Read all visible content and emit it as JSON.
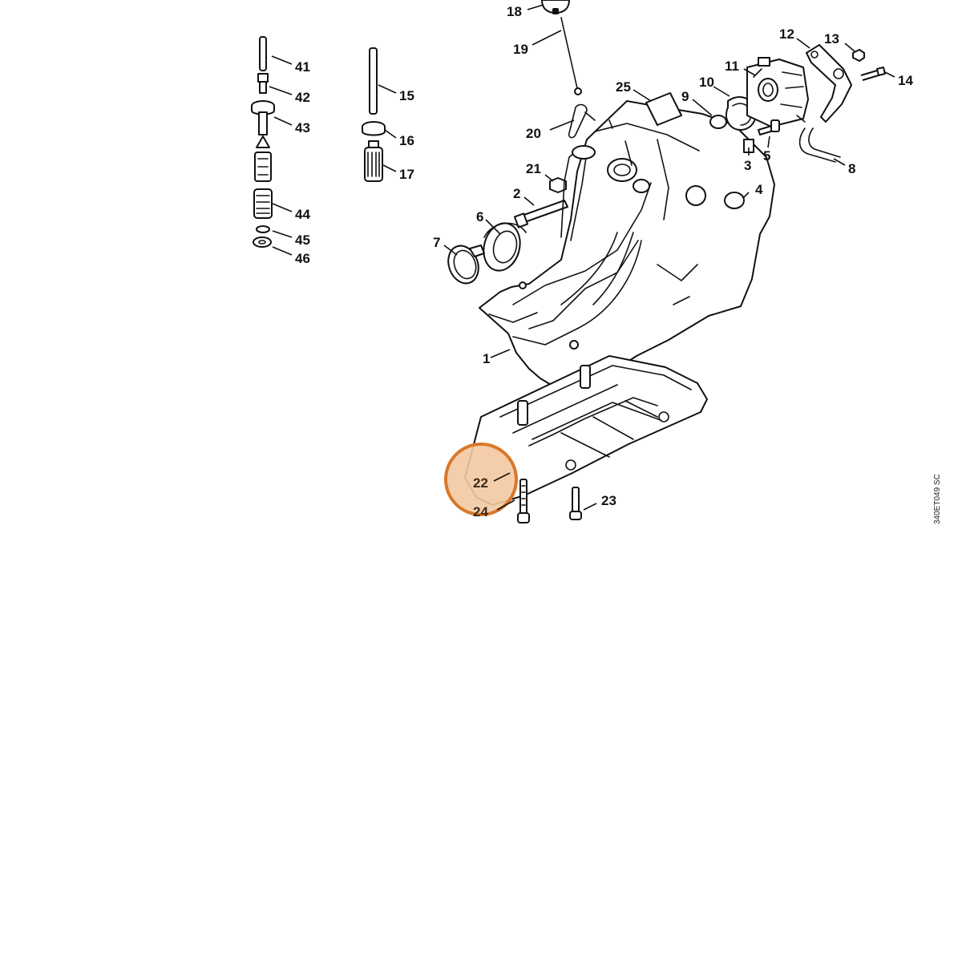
{
  "diagram": {
    "drawing_code": "340ET049 SC",
    "highlight": {
      "part_number": "22",
      "color": "#d9772a",
      "fill": "#f3c9a1"
    },
    "callouts": [
      {
        "id": "c1",
        "label": "1"
      },
      {
        "id": "c2",
        "label": "2"
      },
      {
        "id": "c3",
        "label": "3"
      },
      {
        "id": "c4",
        "label": "4"
      },
      {
        "id": "c5",
        "label": "5"
      },
      {
        "id": "c6",
        "label": "6"
      },
      {
        "id": "c7",
        "label": "7"
      },
      {
        "id": "c8",
        "label": "8"
      },
      {
        "id": "c9",
        "label": "9"
      },
      {
        "id": "c10",
        "label": "10"
      },
      {
        "id": "c11",
        "label": "11"
      },
      {
        "id": "c12",
        "label": "12"
      },
      {
        "id": "c13",
        "label": "13"
      },
      {
        "id": "c14",
        "label": "14"
      },
      {
        "id": "c15",
        "label": "15"
      },
      {
        "id": "c16",
        "label": "16"
      },
      {
        "id": "c17",
        "label": "17"
      },
      {
        "id": "c18",
        "label": "18"
      },
      {
        "id": "c19",
        "label": "19"
      },
      {
        "id": "c20",
        "label": "20"
      },
      {
        "id": "c21",
        "label": "21"
      },
      {
        "id": "c22",
        "label": "22"
      },
      {
        "id": "c23",
        "label": "23"
      },
      {
        "id": "c24",
        "label": "24"
      },
      {
        "id": "c25",
        "label": "25"
      },
      {
        "id": "c41",
        "label": "41"
      },
      {
        "id": "c42",
        "label": "42"
      },
      {
        "id": "c43",
        "label": "43"
      },
      {
        "id": "c44",
        "label": "44"
      },
      {
        "id": "c45",
        "label": "45"
      },
      {
        "id": "c46",
        "label": "46"
      }
    ]
  }
}
